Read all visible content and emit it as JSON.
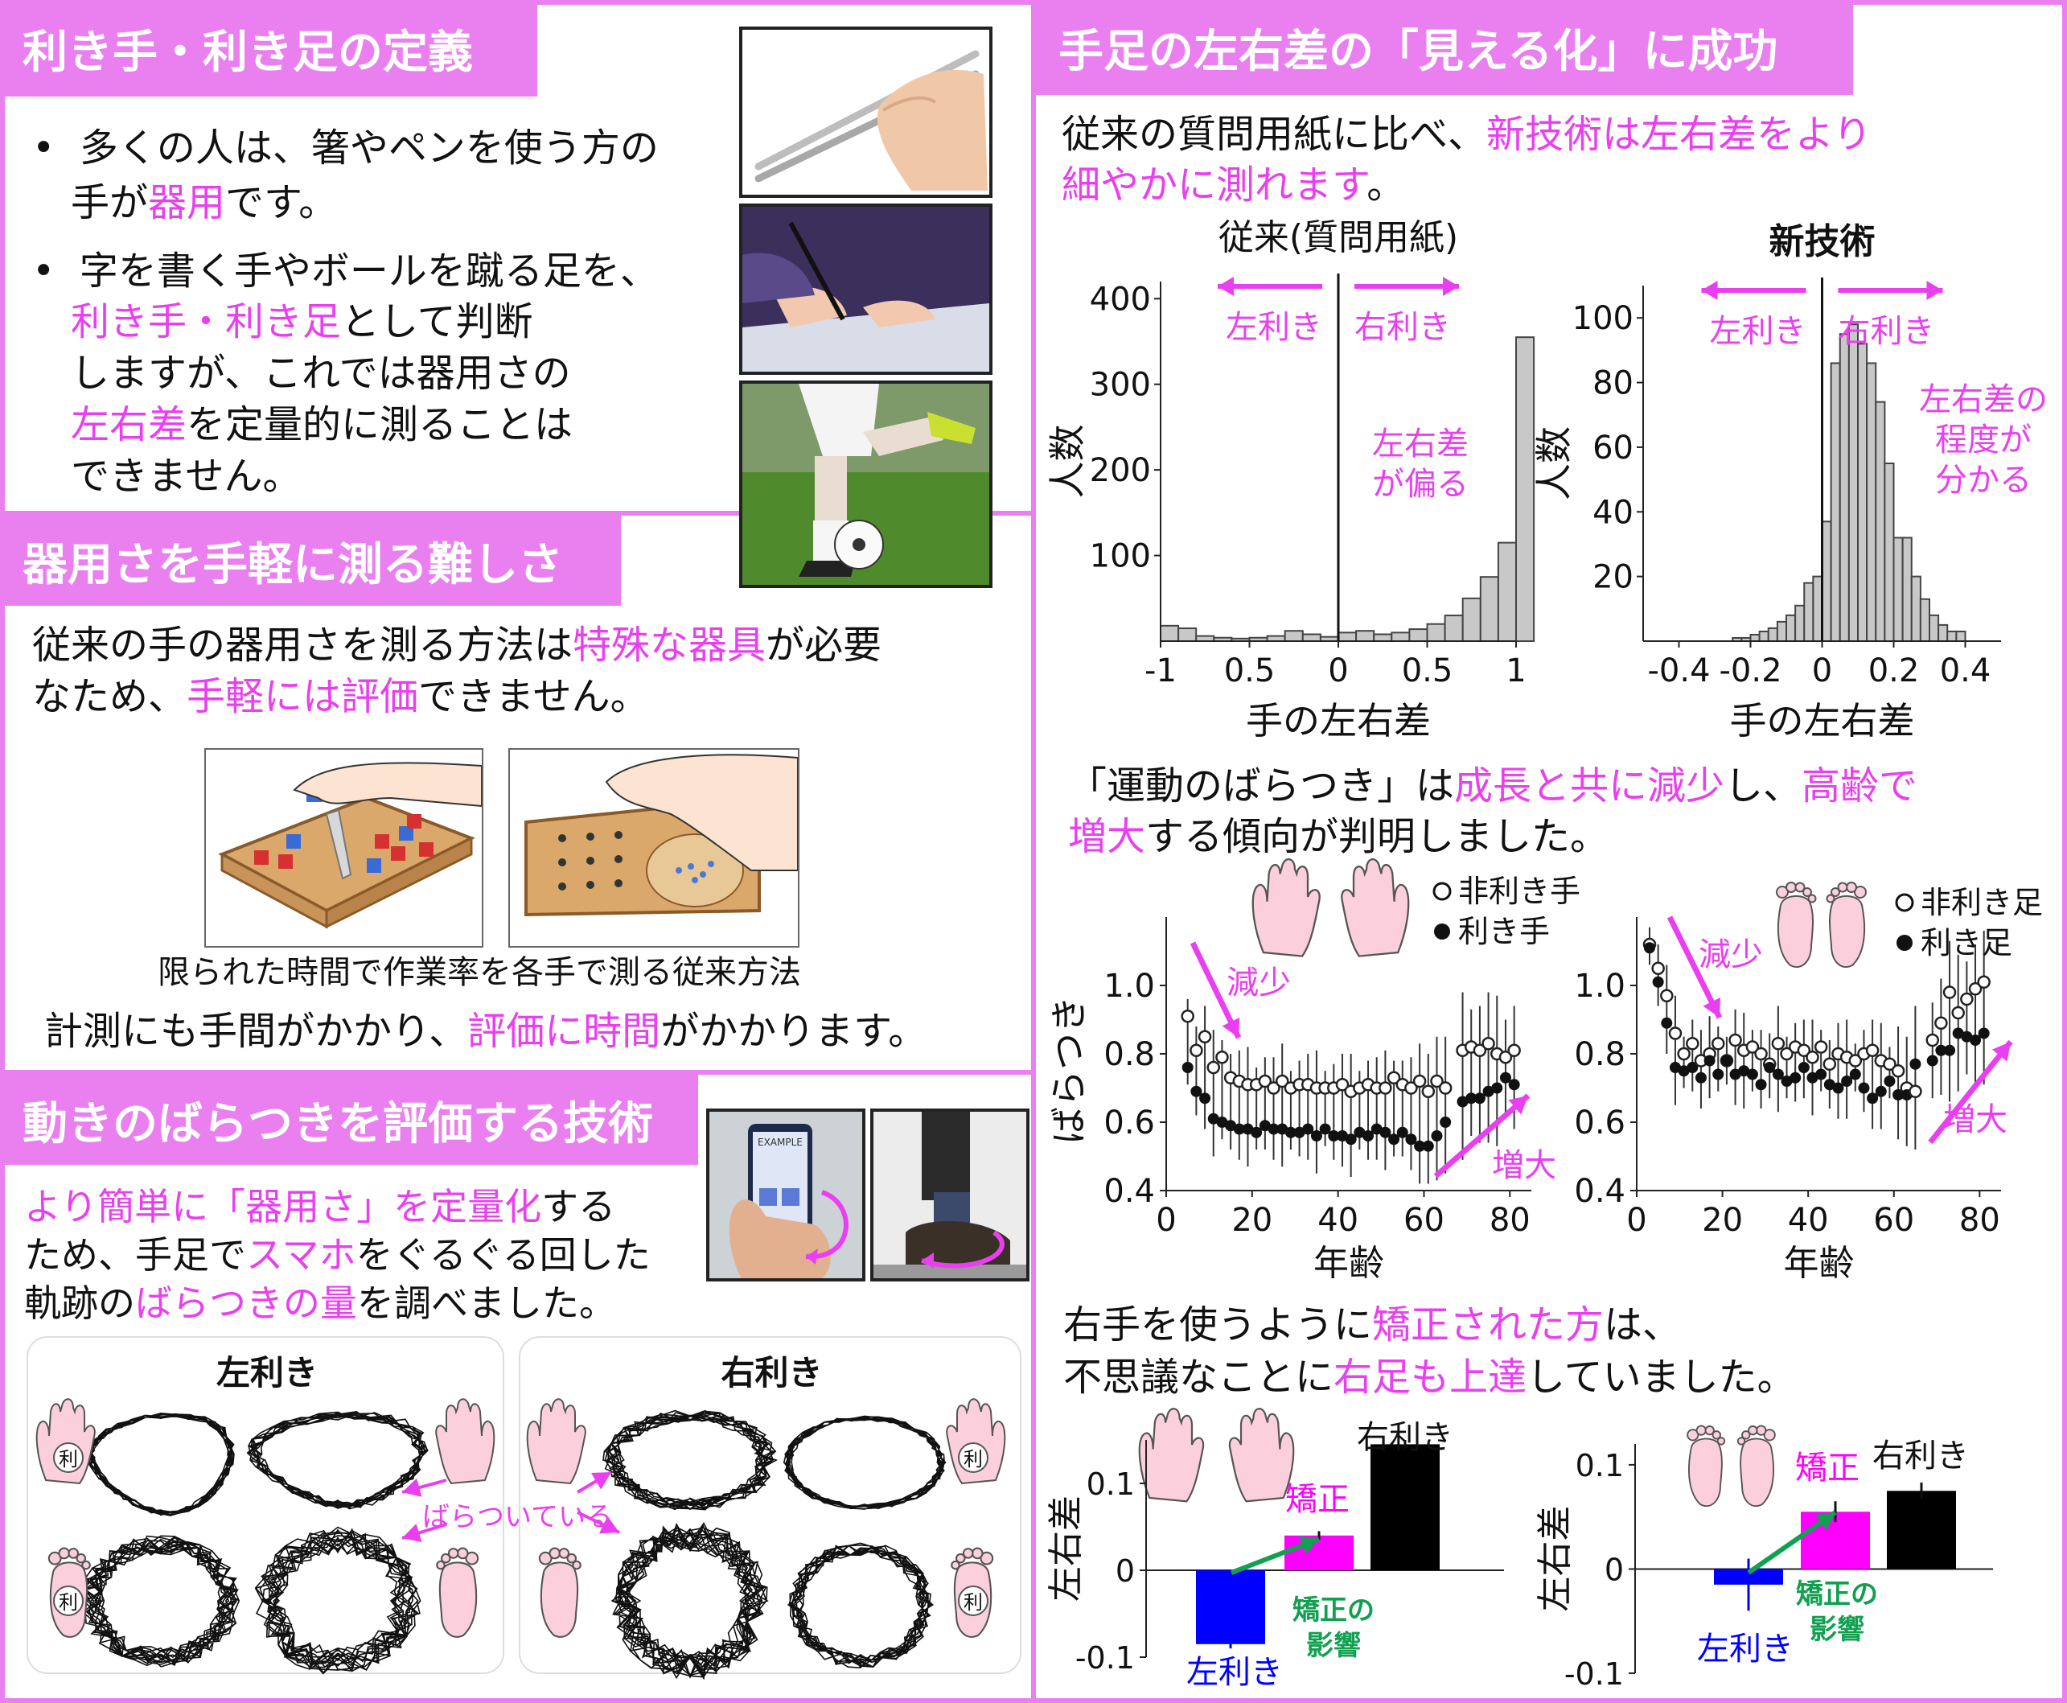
{
  "left": {
    "s1": {
      "title": "利き手・利き足の定義",
      "b1_l1": "多くの人は、箸やペンを使う方の",
      "b1_l2a": "手が",
      "b1_l2b": "器用",
      "b1_l2c": "です。",
      "b2_l1": "字を書く手やボールを蹴る足を、",
      "b2_l2a": "利き手・利き足",
      "b2_l2b": "として判断",
      "b2_l3": "しますが、これでは器用さの",
      "b2_l4a": "左右差",
      "b2_l4b": "を定量的に測ることは",
      "b2_l5": "できません。"
    },
    "s2": {
      "title": "器用さを手軽に測る難しさ",
      "l1a": "従来の手の器用さを測る方法は",
      "l1b": "特殊な器具",
      "l1c": "が必要",
      "l2a": "なため、",
      "l2b": "手軽には評価",
      "l2c": "できません。",
      "caption": "限られた時間で作業率を各手で測る従来方法",
      "l3a": "計測にも手間がかかり、",
      "l3b": "評価に時間",
      "l3c": "がかかります。"
    },
    "s3": {
      "title": "動きのばらつきを評価する技術",
      "l1a": "より簡単に「器用さ」を定量化",
      "l1b": "する",
      "l2a": "ため、手足で",
      "l2b": "スマホ",
      "l2c": "をぐるぐる回した",
      "l3a": "軌跡の",
      "l3b": "ばらつきの量",
      "l3c": "を調べました。",
      "phone_label": "EXAMPLE",
      "left_title": "左利き",
      "right_title": "右利き",
      "badge": "利",
      "scatter_note": "ばらついている"
    }
  },
  "right": {
    "title": "手足の左右差の「見える化」に成功",
    "intro_l1a": "従来の質問用紙に比べ、",
    "intro_l1b": "新技術は左右差をより",
    "intro_l2a": "細やかに測れます",
    "intro_l2b": "。",
    "hist_old": {
      "title": "従来(質問用紙)",
      "ylabel": "人数",
      "xlabel": "手の左右差",
      "left": "左利き",
      "right": "右利き",
      "note_l1": "左右差",
      "note_l2": "が偏る"
    },
    "hist_new": {
      "title": "新技術",
      "ylabel": "人数",
      "xlabel": "手の左右差",
      "left": "左利き",
      "right": "右利き",
      "note_l1": "左右差の",
      "note_l2": "程度が",
      "note_l3": "分かる"
    },
    "mid_l1a": "「運動のばらつき」は",
    "mid_l1b": "成長と共に減少",
    "mid_l1c": "し、",
    "mid_l1d": "高齢で",
    "mid_l2a": "増大",
    "mid_l2b": "する傾向が判明しました。",
    "age_hand": {
      "legend_open": "非利き手",
      "legend_filled": "利き手",
      "ylabel": "ばらつき",
      "xlabel": "年齢",
      "down": "減少",
      "up": "増大"
    },
    "age_foot": {
      "legend_open": "非利き足",
      "legend_filled": "利き足",
      "xlabel": "年齢",
      "down": "減少",
      "up": "増大"
    },
    "low_l1a": "右手を使うように",
    "low_l1b": "矯正された方",
    "low_l1c": "は、",
    "low_l2a": "不思議なことに",
    "low_l2b": "右足も上達",
    "low_l2c": "していました。",
    "bar_hand": {
      "ylabel": "左右差",
      "lbl_left": "左利き",
      "lbl_corr": "矯正",
      "lbl_right": "右利き",
      "arrow_l1": "矯正の",
      "arrow_l2": "影響"
    },
    "bar_foot": {
      "ylabel": "左右差",
      "lbl_left": "左利き",
      "lbl_corr": "矯正",
      "lbl_right": "右利き",
      "arrow_l1": "矯正の",
      "arrow_l2": "影響"
    }
  },
  "colors": {
    "accent": "#ea7ff0",
    "accent_text": "#ea3ff0",
    "bar_left": "#0000ff",
    "bar_corrected": "#ff00ff",
    "bar_right": "#000000",
    "effect_arrow": "#11a050",
    "hist_fill": "#c8c8c8"
  },
  "chart_data": [
    {
      "type": "bar",
      "title": "従来(質問用紙)",
      "xlabel": "手の左右差",
      "ylabel": "人数",
      "xlim": [
        -1,
        1
      ],
      "ylim": [
        0,
        420
      ],
      "x_ticks": [
        "-1",
        "0.5",
        "0",
        "0.5",
        "1"
      ],
      "y_ticks": [
        "100",
        "200",
        "300",
        "400"
      ],
      "bin_start": -1,
      "bin_width": 0.1,
      "values": [
        18,
        15,
        6,
        4,
        3,
        4,
        6,
        12,
        8,
        5,
        10,
        12,
        8,
        10,
        14,
        20,
        30,
        50,
        75,
        115,
        355
      ]
    },
    {
      "type": "bar",
      "title": "新技術",
      "xlabel": "手の左右差",
      "ylabel": "人数",
      "xlim": [
        -0.5,
        0.5
      ],
      "ylim": [
        0,
        110
      ],
      "x_ticks": [
        "-0.4",
        "-0.2",
        "0",
        "0.2",
        "0.4"
      ],
      "y_ticks": [
        "20",
        "40",
        "60",
        "80",
        "100"
      ],
      "bin_start": -0.25,
      "bin_width": 0.025,
      "values": [
        1,
        1,
        2,
        3,
        4,
        6,
        8,
        11,
        18,
        20,
        37,
        86,
        95,
        98,
        92,
        86,
        74,
        55,
        32,
        32,
        20,
        13,
        8,
        5,
        3,
        3
      ]
    },
    {
      "type": "scatter",
      "xlabel": "年齢",
      "ylabel": "ばらつき",
      "xlim": [
        0,
        85
      ],
      "ylim": [
        0.4,
        1.2
      ],
      "x_ticks": [
        "0",
        "20",
        "40",
        "60",
        "80"
      ],
      "y_ticks": [
        "0.4",
        "0.6",
        "0.8",
        "1.0"
      ],
      "x": [
        5,
        7,
        9,
        11,
        13,
        15,
        17,
        19,
        21,
        23,
        25,
        27,
        29,
        31,
        33,
        35,
        37,
        39,
        41,
        43,
        45,
        47,
        49,
        51,
        53,
        55,
        57,
        59,
        61,
        63,
        65,
        69,
        71,
        73,
        75,
        77,
        79,
        81
      ],
      "series": [
        {
          "name": "非利き手",
          "values": [
            0.91,
            0.81,
            0.85,
            0.76,
            0.79,
            0.73,
            0.72,
            0.71,
            0.71,
            0.72,
            0.7,
            0.72,
            0.7,
            0.71,
            0.71,
            0.7,
            0.7,
            0.7,
            0.71,
            0.69,
            0.7,
            0.71,
            0.7,
            0.7,
            0.73,
            0.71,
            0.7,
            0.72,
            0.69,
            0.72,
            0.7,
            0.81,
            0.82,
            0.81,
            0.83,
            0.8,
            0.79,
            0.81
          ]
        },
        {
          "name": "利き手",
          "values": [
            0.76,
            0.69,
            0.67,
            0.61,
            0.6,
            0.59,
            0.58,
            0.58,
            0.57,
            0.59,
            0.58,
            0.58,
            0.57,
            0.57,
            0.58,
            0.56,
            0.58,
            0.56,
            0.56,
            0.55,
            0.57,
            0.56,
            0.58,
            0.57,
            0.55,
            0.57,
            0.55,
            0.53,
            0.53,
            0.56,
            0.6,
            0.66,
            0.67,
            0.67,
            0.69,
            0.7,
            0.73,
            0.71
          ]
        }
      ]
    },
    {
      "type": "scatter",
      "xlabel": "年齢",
      "ylabel": "",
      "xlim": [
        0,
        85
      ],
      "ylim": [
        0.4,
        1.2
      ],
      "x_ticks": [
        "0",
        "20",
        "40",
        "60",
        "80"
      ],
      "y_ticks": [
        "0.4",
        "0.6",
        "0.8",
        "1.0"
      ],
      "x": [
        3,
        5,
        7,
        9,
        11,
        13,
        15,
        17,
        19,
        21,
        23,
        25,
        27,
        29,
        31,
        33,
        35,
        37,
        39,
        41,
        43,
        45,
        47,
        49,
        51,
        53,
        55,
        57,
        59,
        61,
        63,
        65,
        69,
        71,
        73,
        75,
        77,
        79,
        81
      ],
      "series": [
        {
          "name": "非利き足",
          "values": [
            1.12,
            1.05,
            0.97,
            0.86,
            0.8,
            0.83,
            0.78,
            0.8,
            0.83,
            0.78,
            0.84,
            0.81,
            0.82,
            0.8,
            0.77,
            0.83,
            0.8,
            0.82,
            0.81,
            0.79,
            0.82,
            0.77,
            0.8,
            0.79,
            0.78,
            0.8,
            0.81,
            0.78,
            0.77,
            0.75,
            0.7,
            0.69,
            0.84,
            0.89,
            0.98,
            0.92,
            0.96,
            0.99,
            1.01
          ]
        },
        {
          "name": "利き足",
          "values": [
            1.11,
            1.01,
            0.89,
            0.76,
            0.75,
            0.76,
            0.73,
            0.78,
            0.74,
            0.78,
            0.74,
            0.75,
            0.74,
            0.71,
            0.76,
            0.74,
            0.72,
            0.73,
            0.76,
            0.73,
            0.74,
            0.71,
            0.7,
            0.72,
            0.74,
            0.7,
            0.67,
            0.69,
            0.72,
            0.68,
            0.68,
            0.77,
            0.78,
            0.81,
            0.81,
            0.86,
            0.85,
            0.84,
            0.86
          ]
        }
      ]
    },
    {
      "type": "bar",
      "ylabel": "左右差",
      "ylim": [
        -0.1,
        0.15
      ],
      "y_ticks": [
        "0.1",
        "0",
        "-0.1"
      ],
      "categories": [
        "左利き",
        "矯正",
        "右利き"
      ],
      "values": [
        -0.085,
        0.04,
        0.145
      ],
      "errors": [
        0.005,
        0.005,
        0.005
      ]
    },
    {
      "type": "bar",
      "ylabel": "左右差",
      "ylim": [
        -0.1,
        0.12
      ],
      "y_ticks": [
        "0.1",
        "0",
        "-0.1"
      ],
      "categories": [
        "左利き",
        "矯正",
        "右利き"
      ],
      "values": [
        -0.015,
        0.055,
        0.075
      ],
      "errors": [
        0.025,
        0.01,
        0.008
      ]
    }
  ]
}
